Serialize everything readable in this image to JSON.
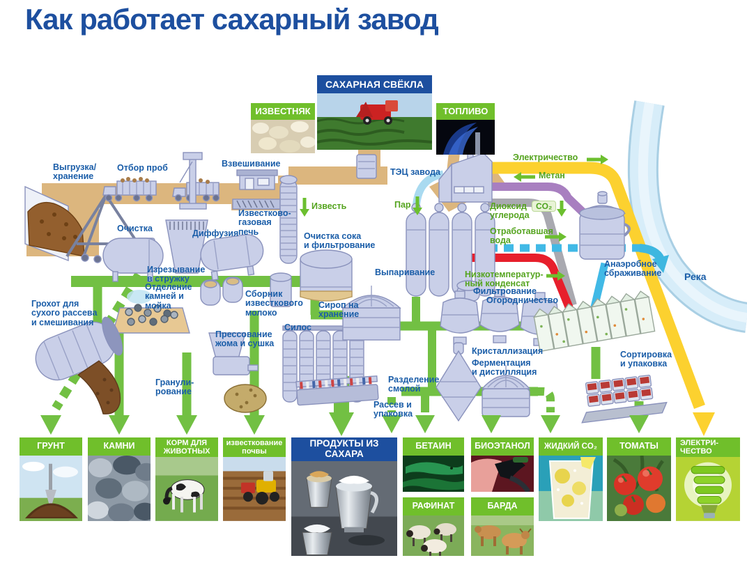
{
  "title": "Как работает сахарный завод",
  "inputs": {
    "limestone": "ИЗВЕСТНЯК",
    "beet": "САХАРНАЯ СВЁКЛА",
    "fuel": "ТОПЛИВО"
  },
  "labels": {
    "unload": "Выгрузка/\nхранение",
    "sampling": "Отбор проб",
    "weighing": "Взвешивание",
    "lime_kiln": "Известково-\nгазовая\nпечь",
    "cleaning": "Очистка",
    "diffusion": "Диффузия",
    "slicing": "Изрезывание\nв стружку",
    "stone_removal": "Отделение\nкамней и\nмойка",
    "sieve_drum": "Грохот для\nсухого рассева\nи смешивания",
    "chp": "ТЭЦ завода",
    "juice_cleaning": "Очистка сока\nи фильтрование",
    "evaporation": "Выпаривание",
    "lime_milk": "Сборник\nизвесткового\nмолоко",
    "syrup": "Сироп на\nхранение",
    "silo": "Силос",
    "pulp_press": "Прессование\nжома и сушка",
    "granulation": "Гранули-\nрование",
    "crystallization": "Кристаллизация",
    "fermentation": "Ферментация\nи дистилляция",
    "resin_separation": "Разделение\nсмолой",
    "sieving_packing": "Рассев и\nупаковка",
    "filtration": "Фильтрование",
    "gardening": "Огородничество",
    "anaerobic": "Анаэробное\nсбраживание",
    "sorting_packing": "Сортировка\nи упаковка",
    "river": "Река"
  },
  "flows": {
    "lime": "Известь",
    "steam": "Пар",
    "electricity": "Электричество",
    "methane": "Метан",
    "co2": "Диоксид\nуглерода",
    "co2_badge": "CO₂",
    "waste_water": "Отработавшая\nвода",
    "condensate": "Низкотемператур-\nный конденсат"
  },
  "products": [
    {
      "label": "ГРУНТ"
    },
    {
      "label": "КАМНИ"
    },
    {
      "label": "КОРМ ДЛЯ\nЖИВОТНЫХ"
    },
    {
      "label": "известкование\nпочвы"
    },
    {
      "label": "ПРОДУКТЫ ИЗ САХАРА"
    },
    {
      "label": "БЕТАИН"
    },
    {
      "label": "БИОЭТАНОЛ"
    },
    {
      "label": "РАФИНАТ"
    },
    {
      "label": "БАРДА"
    },
    {
      "label": "ЖИДКИЙ CO₂"
    },
    {
      "label": "ТОМАТЫ"
    },
    {
      "label": "ЭЛЕКТРИ-\nЧЕСТВО"
    }
  ],
  "colors": {
    "title": "#1d4f9f",
    "label_blue": "#1a5da8",
    "label_green": "#55a41f",
    "pipe_green": "#72c043",
    "pipe_yellow": "#fcd12f",
    "pipe_purple": "#a87fc0",
    "pipe_gray": "#a9a9b0",
    "pipe_red": "#e71f2c",
    "pipe_water": "#41b9e6",
    "conveyor_tan": "#dcb67e",
    "header_green": "#70bf2b",
    "header_blue": "#1d4f9f",
    "river": "#d7edf9"
  }
}
